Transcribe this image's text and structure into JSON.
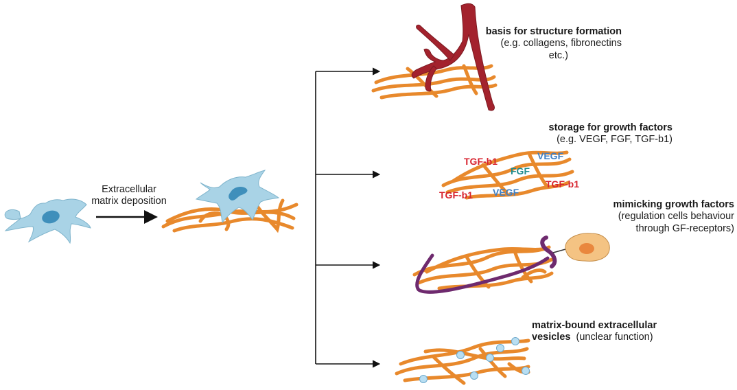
{
  "initial_step": {
    "label_line1": "Extracellular",
    "label_line2": "matrix deposition"
  },
  "outcomes": [
    {
      "title": "basis for structure formation",
      "detail_line1": "(e.g. collagens, fibronectins",
      "detail_line2": "etc.)"
    },
    {
      "title": "storage for growth factors",
      "detail_line1": "(e.g. VEGF, FGF, TGF-b1)"
    },
    {
      "title": "mimicking growth factors",
      "detail_line1": "(regulation cells behaviour",
      "detail_line2": "through GF-receptors)"
    },
    {
      "title_line1": "matrix-bound extracellular",
      "title_line2": "vesicles",
      "detail": "(unclear function)"
    }
  ],
  "growth_factor_labels": {
    "tgf_top": "TGF-b1",
    "vegf_top": "VEGF",
    "fgf": "FGF",
    "tgf_right": "TGF-b1",
    "tgf_left": "TGF-b1",
    "vegf_bottom": "VEGF"
  },
  "colors": {
    "fiber": "#e8892c",
    "cell_body": "#a9d3e6",
    "nucleus": "#3f8fbb",
    "vessel": "#a3222d",
    "receptor": "#6e2a6e",
    "tgf": "#d7232e",
    "vegf": "#3f7fc3",
    "fgf": "#1f8c8e",
    "round_cell": "#f4c383",
    "round_nucleus": "#e9873e",
    "vesicle": "#b8def2",
    "arrow": "#111111"
  }
}
